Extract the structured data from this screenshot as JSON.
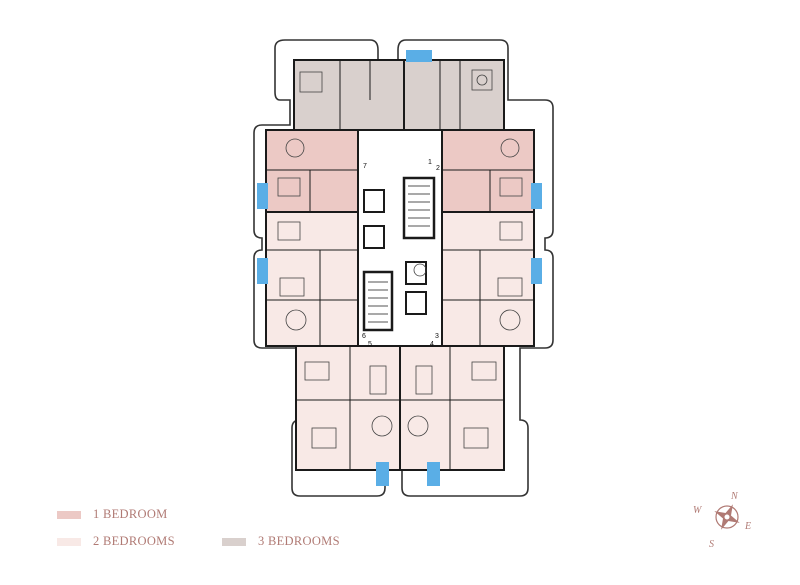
{
  "colors": {
    "one_bedroom": "#ecc9c5",
    "two_bedrooms": "#f8e9e6",
    "three_bedrooms": "#d9d0cd",
    "pool": "#5aaee6",
    "core": "#ffffff",
    "wall": "#1a1a1a",
    "terrace": "#ffffff",
    "legend_text": "#b07a74",
    "compass": "#b07a74"
  },
  "legend": [
    {
      "key": "one_bedroom",
      "label": "1 BEDROOM"
    },
    {
      "key": "two_bedrooms",
      "label": "2 BEDROOMS"
    },
    {
      "key": "three_bedrooms",
      "label": "3 BEDROOMS"
    }
  ],
  "unit_numbers": [
    "1",
    "2",
    "3",
    "4",
    "5",
    "6",
    "7"
  ],
  "compass": {
    "north": "N",
    "east": "E",
    "south": "S",
    "west": "W"
  }
}
